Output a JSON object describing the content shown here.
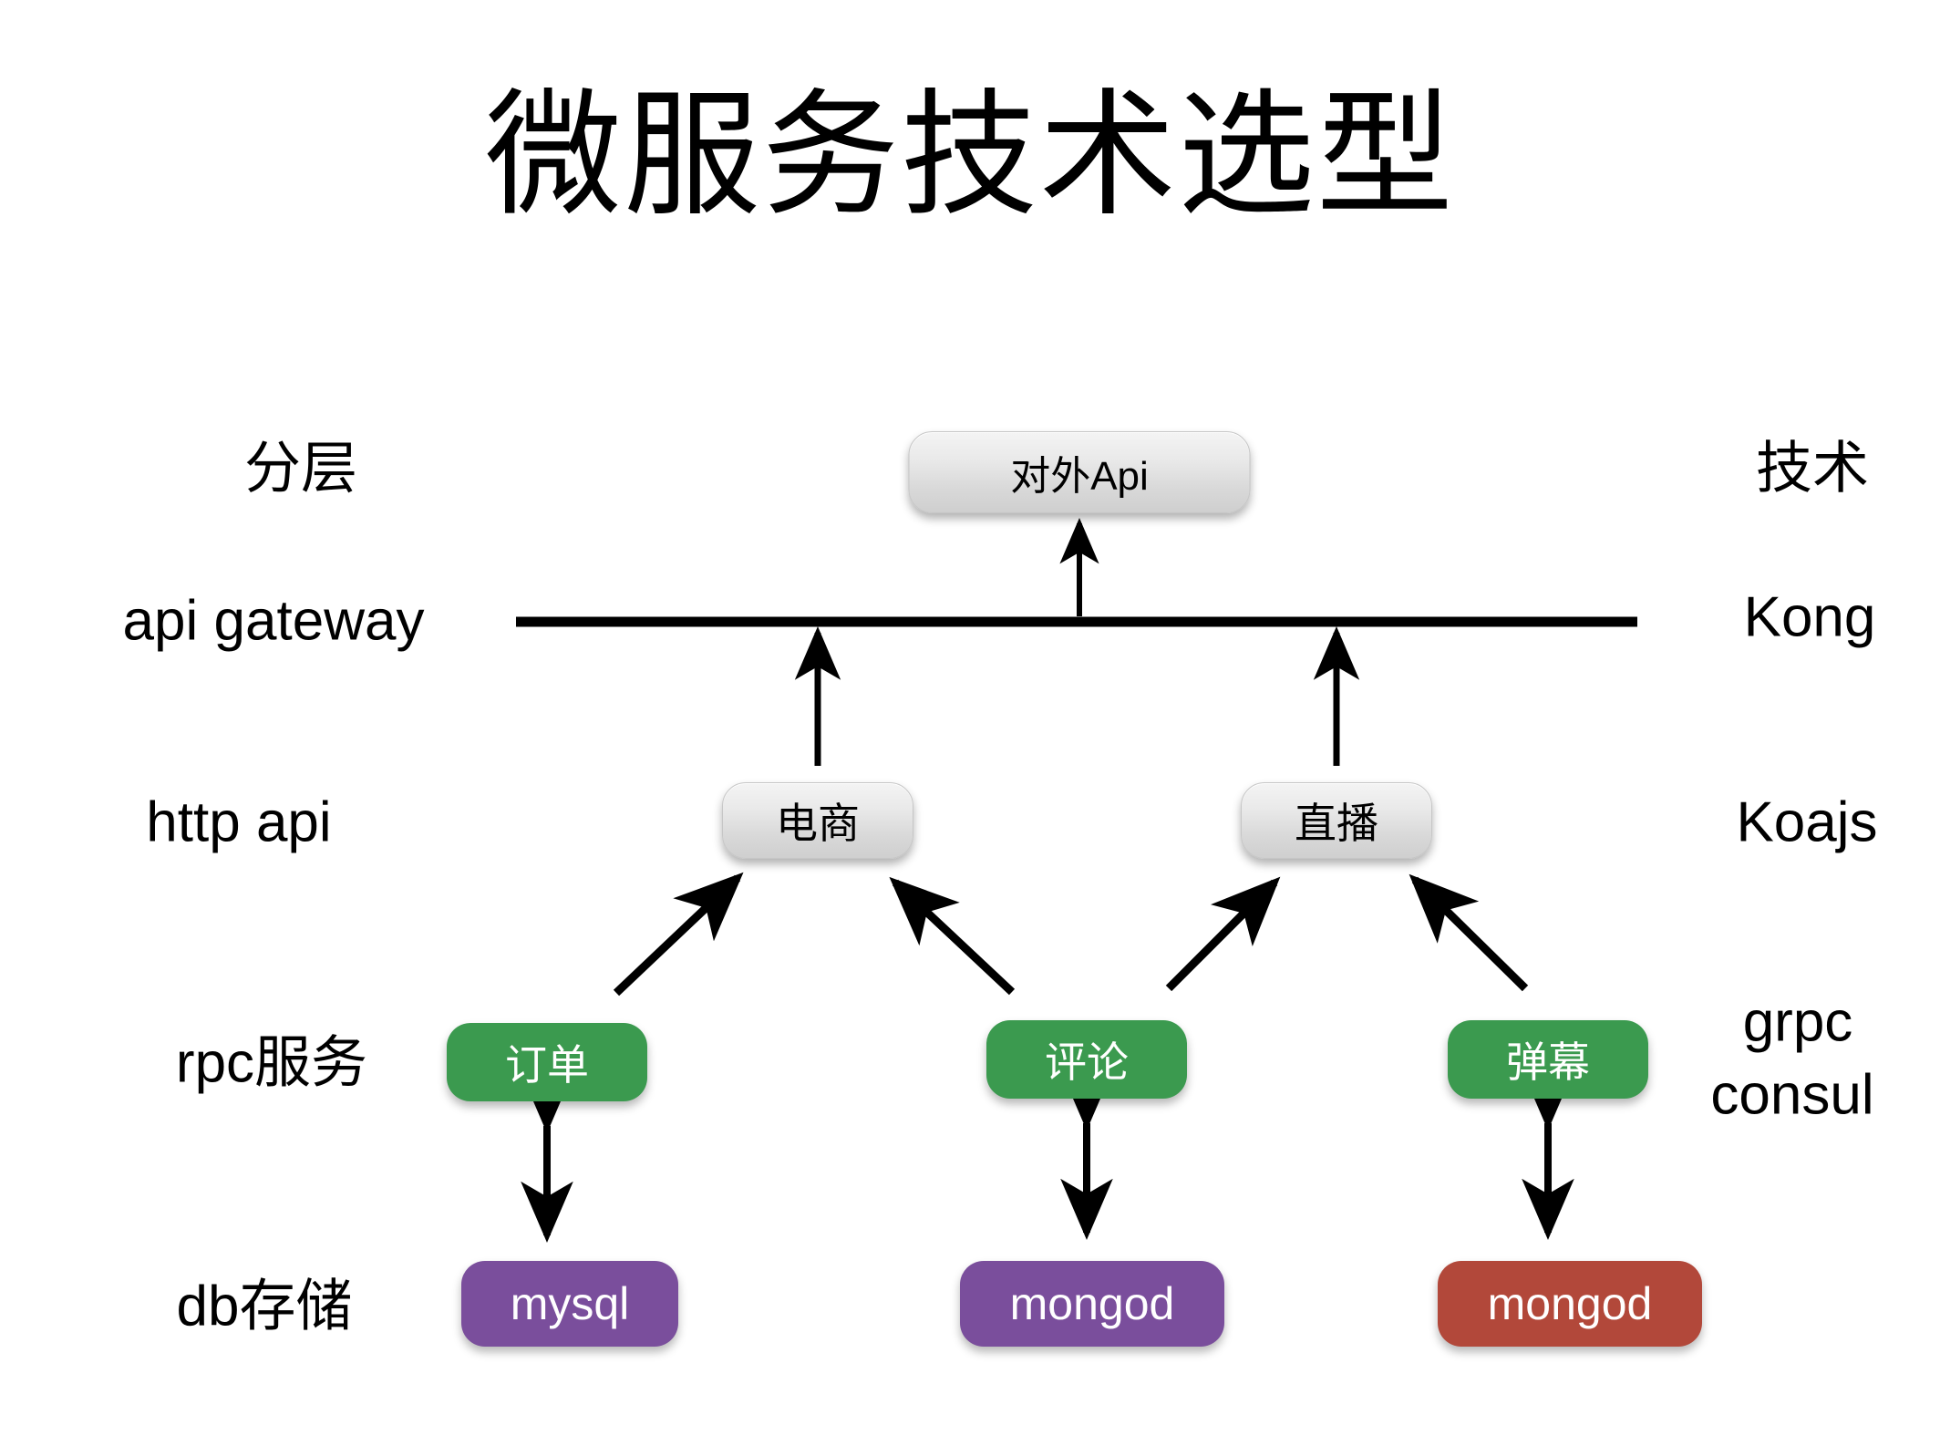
{
  "title": "微服务技术选型",
  "columns": {
    "left_header": "分层",
    "right_header": "技术"
  },
  "rows": [
    {
      "layer": "分层",
      "tech": "技术"
    },
    {
      "layer": "api gateway",
      "tech": "Kong"
    },
    {
      "layer": "http api",
      "tech": "Koajs"
    },
    {
      "layer": "rpc服务",
      "tech": "grpc consul"
    },
    {
      "layer": "db存储",
      "tech": ""
    }
  ],
  "layer_labels": {
    "header": "分层",
    "api_gateway": "api gateway",
    "http_api": "http api",
    "rpc_service": "rpc服务",
    "db_storage": "db存储"
  },
  "tech_labels": {
    "header": "技术",
    "gateway": "Kong",
    "http_api": "Koajs",
    "rpc_line1": "grpc",
    "rpc_line2": "consul"
  },
  "nodes": {
    "external_api": {
      "label": "对外Api",
      "style": "grey"
    },
    "ecommerce": {
      "label": "电商",
      "style": "grey"
    },
    "live": {
      "label": "直播",
      "style": "grey"
    },
    "order": {
      "label": "订单",
      "style": "green"
    },
    "comment": {
      "label": "评论",
      "style": "green"
    },
    "danmaku": {
      "label": "弹幕",
      "style": "green"
    },
    "db_mysql": {
      "label": "mysql",
      "style": "purple"
    },
    "db_mongod_1": {
      "label": "mongod",
      "style": "purple"
    },
    "db_mongod_2": {
      "label": "mongod",
      "style": "red"
    }
  },
  "colors": {
    "green": "#3b9a4f",
    "purple": "#7a4e9c",
    "red": "#b2483a",
    "grey_box_top": "#f4f4f4",
    "grey_box_bottom": "#cfcfcf",
    "line": "#000000",
    "background": "#ffffff"
  },
  "edges": [
    {
      "from": "api-gateway-line",
      "to": "external_api",
      "kind": "arrow-up"
    },
    {
      "from": "ecommerce",
      "to": "api-gateway-line",
      "kind": "arrow-up"
    },
    {
      "from": "live",
      "to": "api-gateway-line",
      "kind": "arrow-up"
    },
    {
      "from": "order",
      "to": "ecommerce",
      "kind": "arrow-diagonal"
    },
    {
      "from": "comment",
      "to": "ecommerce",
      "kind": "arrow-diagonal"
    },
    {
      "from": "comment",
      "to": "live",
      "kind": "arrow-diagonal"
    },
    {
      "from": "danmaku",
      "to": "live",
      "kind": "arrow-diagonal"
    },
    {
      "from": "order",
      "to": "db_mysql",
      "kind": "arrow-double-vertical"
    },
    {
      "from": "comment",
      "to": "db_mongod_1",
      "kind": "arrow-double-vertical"
    },
    {
      "from": "danmaku",
      "to": "db_mongod_2",
      "kind": "arrow-double-vertical"
    }
  ]
}
